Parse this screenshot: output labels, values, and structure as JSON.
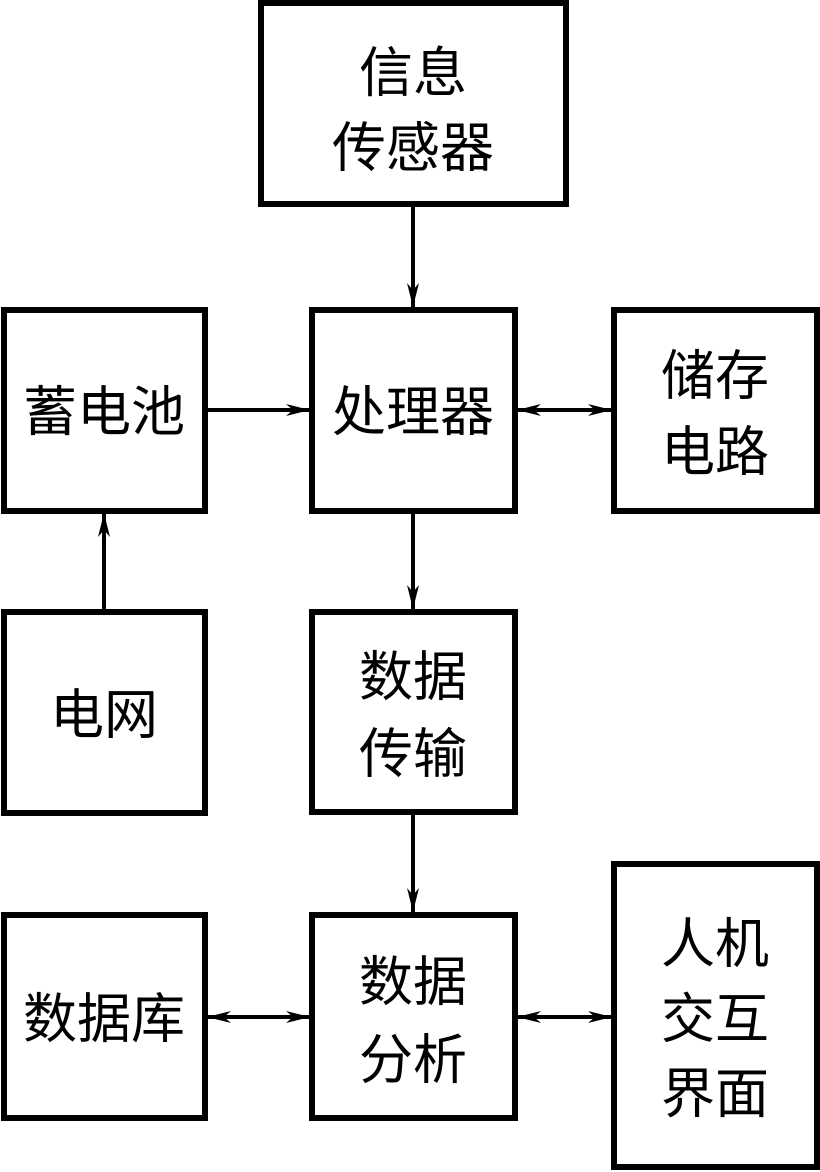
{
  "nodes": {
    "info_sensor": {
      "lines": [
        "信息",
        "传感器"
      ]
    },
    "battery": {
      "lines": [
        "蓄电池"
      ]
    },
    "processor": {
      "lines": [
        "处理器"
      ]
    },
    "storage": {
      "lines": [
        "储存",
        "电路"
      ]
    },
    "grid": {
      "lines": [
        "电网"
      ]
    },
    "data_transfer": {
      "lines": [
        "数据",
        "传输"
      ]
    },
    "database": {
      "lines": [
        "数据库"
      ]
    },
    "data_analysis": {
      "lines": [
        "数据",
        "分析"
      ]
    },
    "hmi": {
      "lines": [
        "人机",
        "交互",
        "界面"
      ]
    }
  },
  "edges": [
    {
      "from": "info_sensor",
      "to": "processor",
      "bidirectional": false
    },
    {
      "from": "battery",
      "to": "processor",
      "bidirectional": false
    },
    {
      "from": "processor",
      "to": "storage",
      "bidirectional": true
    },
    {
      "from": "grid",
      "to": "battery",
      "bidirectional": false
    },
    {
      "from": "processor",
      "to": "data_transfer",
      "bidirectional": false
    },
    {
      "from": "data_transfer",
      "to": "data_analysis",
      "bidirectional": false
    },
    {
      "from": "data_analysis",
      "to": "database",
      "bidirectional": true
    },
    {
      "from": "data_analysis",
      "to": "hmi",
      "bidirectional": true
    }
  ]
}
